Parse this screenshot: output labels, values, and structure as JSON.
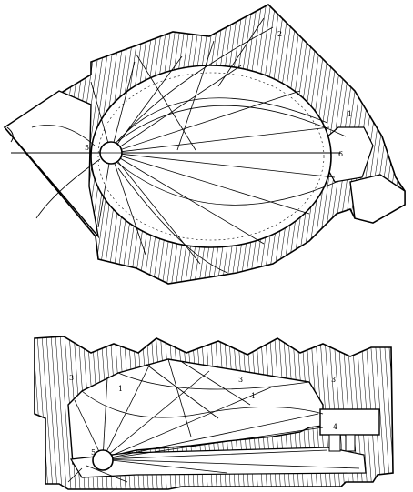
{
  "plan": {
    "labels": {
      "l2": "2",
      "l1": "1",
      "l5": "5",
      "l6": "6"
    }
  },
  "section": {
    "labels": {
      "l3a": "3",
      "l3b": "3",
      "l3c": "3",
      "l1a": "1",
      "l1b": "1",
      "l4": "4",
      "l5": "5"
    }
  }
}
